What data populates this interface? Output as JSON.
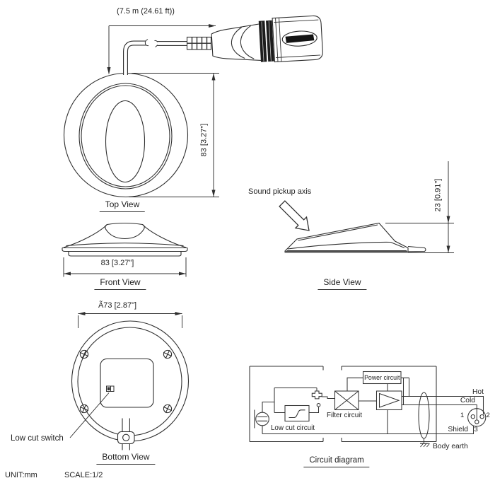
{
  "doc": {
    "unit": "UNIT:mm",
    "scale": "SCALE:1/2"
  },
  "colors": {
    "line": "#2f2f2f",
    "text": "#1f1f1f",
    "background": "#ffffff"
  },
  "top_view": {
    "title": "Top View",
    "cable_length_dim": "(7.5 m (24.61 ft))",
    "height_dim": "83 [3.27\"]"
  },
  "front_view": {
    "title": "Front View",
    "width_dim": "83 [3.27\"]"
  },
  "side_view": {
    "title": "Side View",
    "height_dim": "23 [0.91\"]",
    "pickup_axis": "Sound pickup axis"
  },
  "bottom_view": {
    "title": "Bottom View",
    "diameter_dim": "Ã73 [2.87\"]",
    "switch_label": "Low cut switch"
  },
  "circuit": {
    "title": "Circuit diagram",
    "power_block": "Power circuit",
    "filter_block": "Filter circuit",
    "low_cut_block": "Low cut circuit",
    "hot": "Hot",
    "cold": "Cold",
    "shield": "Shield",
    "body_earth": "Body earth",
    "pin1": "1",
    "pin2": "2",
    "pin3": "3"
  }
}
